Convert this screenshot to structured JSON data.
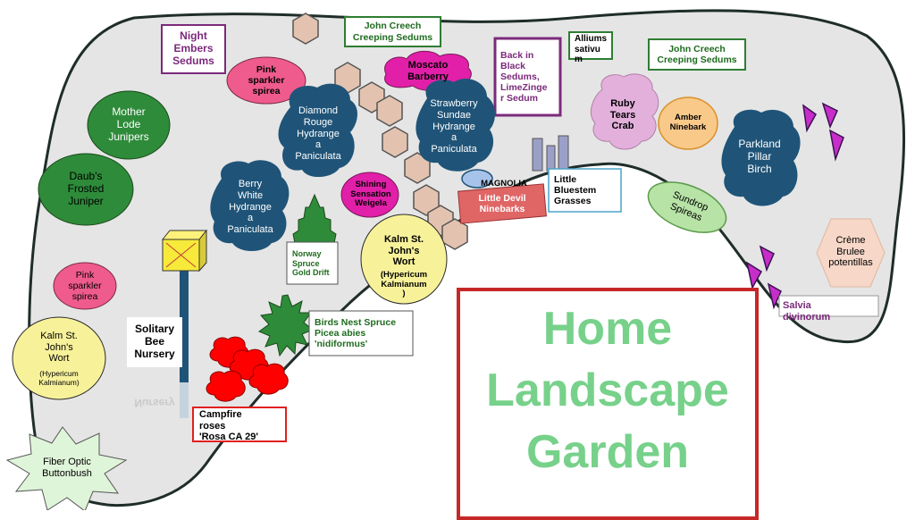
{
  "title": "Home\nLandscape\nGarden",
  "plants": {
    "night_embers": "Night\nEmbers\nSedums",
    "creech_top": "John Creech\nCreeping Sedums",
    "creech_right": "John Creech\nCreeping Sedums",
    "back_in_black": "Back in\nBlack\nSedums,\nLimeZinge\nr Sedum",
    "alliums": "Alliums\nsativu\nm",
    "pink_spirea_top": "Pink\nsparkler\nspirea",
    "moscato": "Moscato\nBarberry",
    "mother_lode": "Mother\nLode\nJunipers",
    "diamond_rouge": "Diamond\nRouge\nHydrange\na\nPaniculata",
    "strawberry": "Strawberry\nSundae\nHydrange\na\nPaniculata",
    "ruby_tears": "Ruby\nTears\nCrab",
    "amber": "Amber\nNinebark",
    "parkland": "Parkland\nPillar\nBirch",
    "daubs": "Daub's\nFrosted\nJuniper",
    "berry_white": "Berry\nWhite\nHydrange\na\nPaniculata",
    "shining": "Shining\nSensation\nWeigela",
    "magnolia": "MAGNOLIA",
    "little_devil": "Little Devil\nNinebarks",
    "little_bluestem": "Little\nBluestem\nGrasses",
    "sundrop": "Sundrop\nSpireas",
    "creme": "Crème\nBrulee\npotentillas",
    "norway": "Norway\nSpruce\nGold Drift",
    "kalm_center": "Kalm St.\nJohn's\nWort",
    "kalm_center_sub": "(Hypericum\nKalmianum\n)",
    "pink_spirea_left": "Pink\nsparkler\nspirea",
    "solitary_bee": "Solitary\nBee\nNursery",
    "nursery_reflect": "Nursery",
    "birds_nest": "Birds Nest Spruce\nPicea abies\n'nidiformus'",
    "salvia": "Salvia\ndivinorum",
    "kalm_left": "Kalm St.\nJohn's\nWort",
    "kalm_left_sub": "(Hypericum\nKalmianum)",
    "campfire": "Campfire\nroses\n'Rosa CA 29'",
    "fiber_optic": "Fiber Optic\nButtonbush"
  },
  "colors": {
    "bed_fill": "#e5e5e5",
    "hydrangea_blue": "#1f5478",
    "green_ellipse": "#2e8b3a",
    "pink": "#ef5b8c",
    "magenta": "#e11fa8",
    "yellow": "#f7f29a",
    "title_green": "#77d18a",
    "rose_red": "#ff0000",
    "triangle_purple": "#c72ec9"
  }
}
